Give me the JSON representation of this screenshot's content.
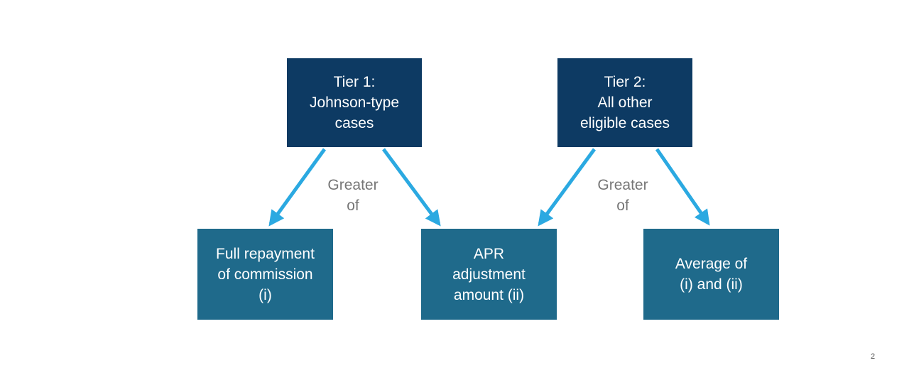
{
  "page": {
    "background": "#ffffff",
    "slide_number": "2"
  },
  "colors": {
    "tier_box_fill": "#0d3a63",
    "outcome_box_fill": "#1f6a8b",
    "arrow": "#2ba9e1",
    "connector_label_text": "#767676",
    "box_text": "#ffffff",
    "slide_number_text": "#5a5a5a"
  },
  "diagram": {
    "tier_boxes": [
      {
        "id": "tier-1",
        "label": "Tier 1:\nJohnson-type\ncases"
      },
      {
        "id": "tier-2",
        "label": "Tier 2:\nAll other\neligible cases"
      }
    ],
    "outcome_boxes": [
      {
        "id": "full-repayment",
        "label": "Full repayment\nof commission\n(i)"
      },
      {
        "id": "apr-adjustment",
        "label": "APR\nadjustment\namount (ii)"
      },
      {
        "id": "average",
        "label": "Average of\n(i) and (ii)"
      }
    ],
    "connector_labels": [
      {
        "text": "Greater\nof"
      },
      {
        "text": "Greater\nof"
      }
    ],
    "arrows": [
      {
        "from": "tier-1",
        "to": "full-repayment"
      },
      {
        "from": "tier-1",
        "to": "apr-adjustment"
      },
      {
        "from": "tier-2",
        "to": "apr-adjustment"
      },
      {
        "from": "tier-2",
        "to": "average"
      }
    ]
  }
}
